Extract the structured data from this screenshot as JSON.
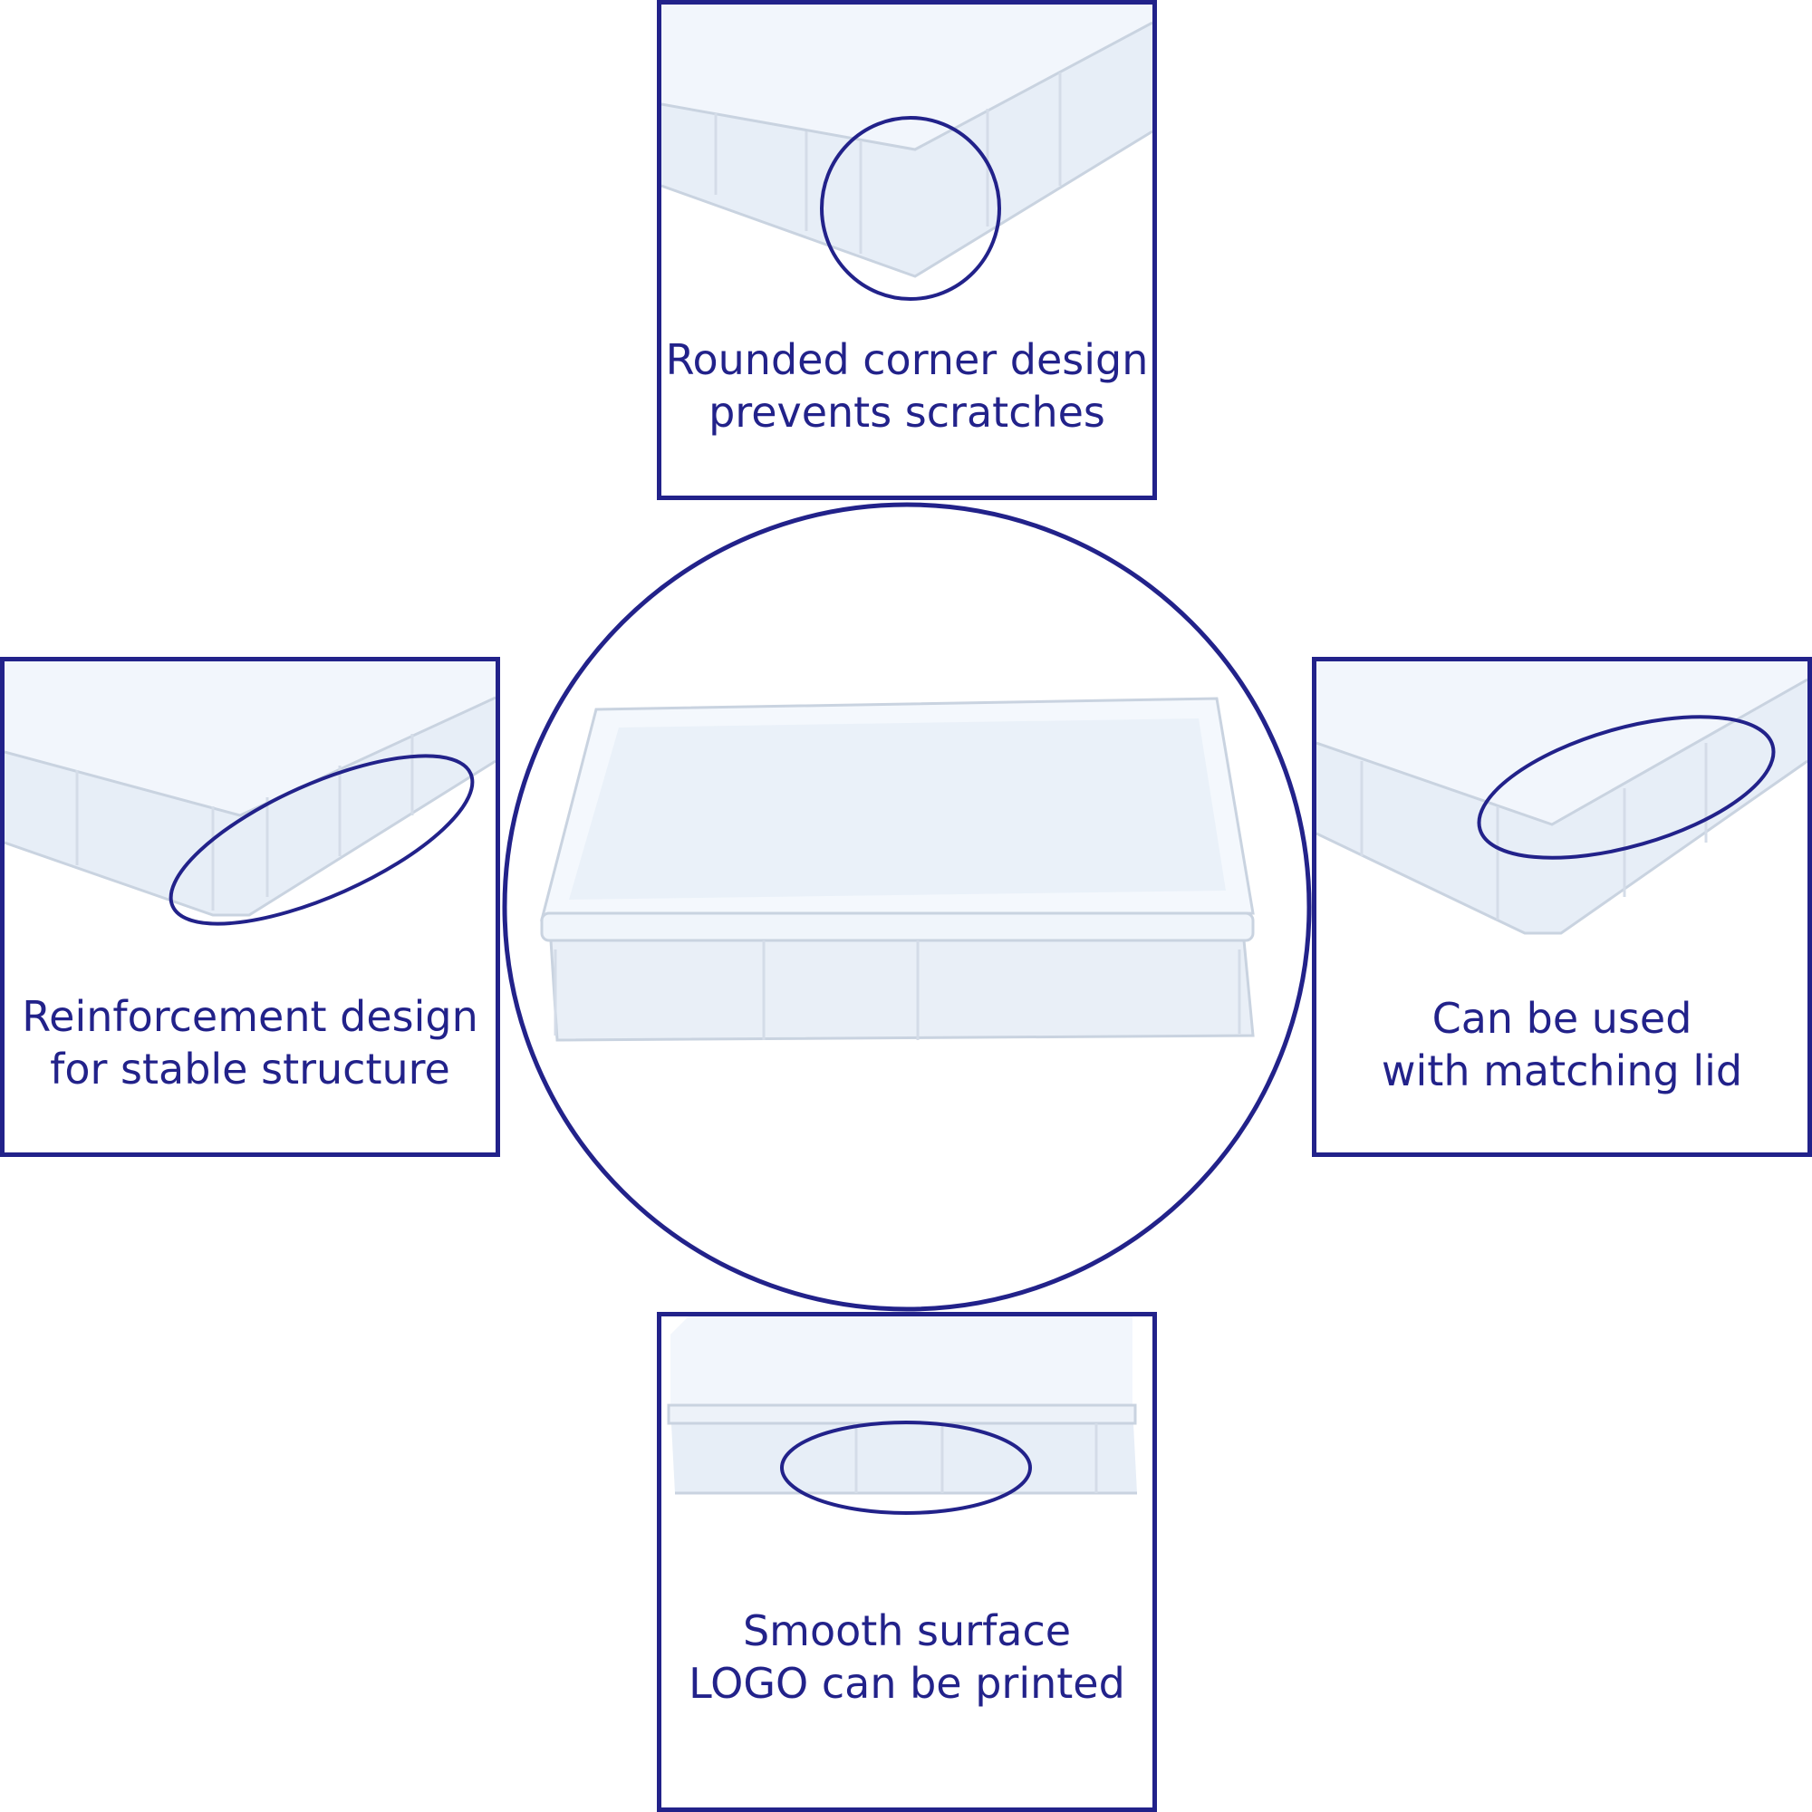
{
  "panels": {
    "top": {
      "line1": "Rounded corner design",
      "line2": "prevents scratches",
      "icon": "crate-corner-closeup"
    },
    "left": {
      "line1": "Reinforcement design",
      "line2": "for stable structure",
      "icon": "crate-rib-closeup"
    },
    "right": {
      "line1": "Can be used",
      "line2": "with matching lid",
      "icon": "crate-rim-closeup"
    },
    "bottom": {
      "line1": "Smooth surface",
      "line2": "LOGO can be printed",
      "icon": "crate-side-closeup"
    }
  },
  "center": {
    "icon": "white-plastic-crate"
  },
  "colors": {
    "accent": "#22228a",
    "crate": "#f4f8fd",
    "crate_shade": "#e3ebf5",
    "crate_edge": "#c9d3e0"
  }
}
